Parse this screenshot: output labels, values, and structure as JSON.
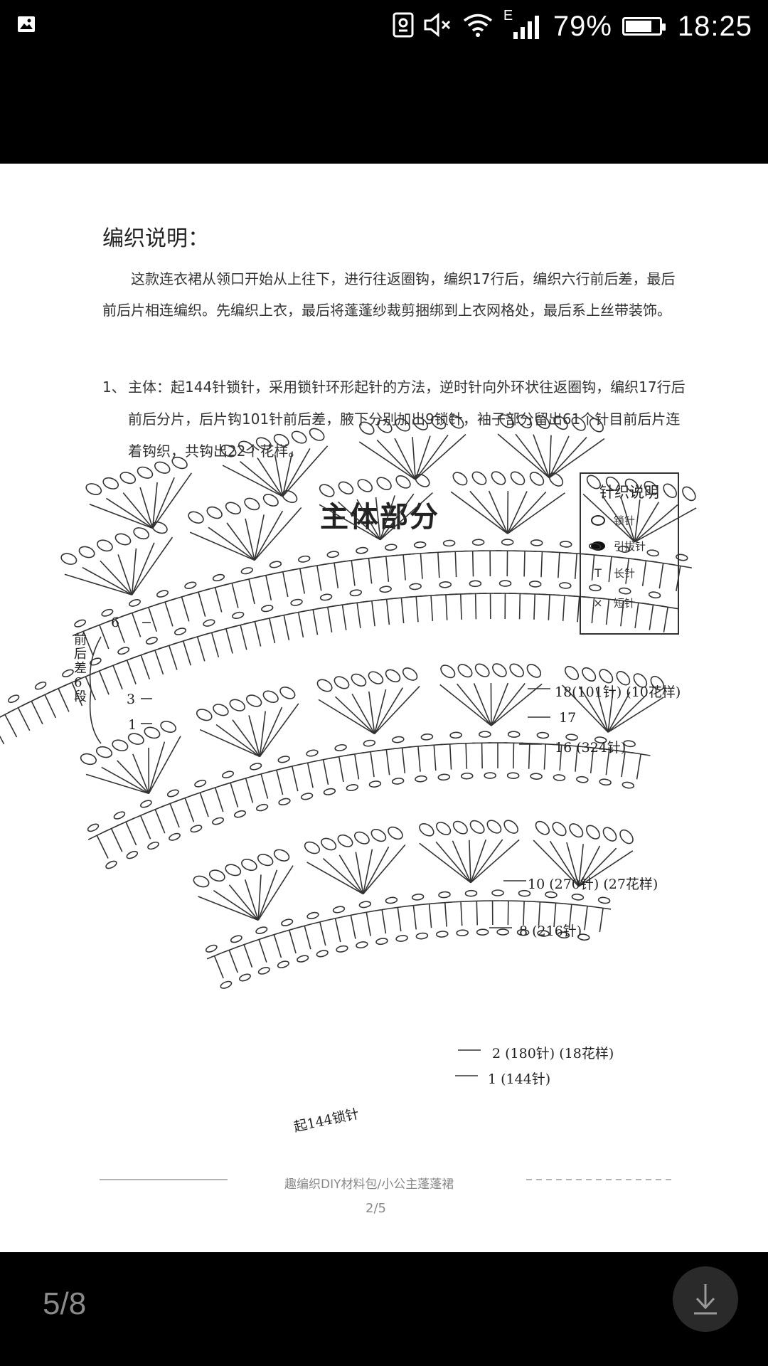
{
  "status": {
    "battery": "79%",
    "battery_level": 0.79,
    "time": "18:25",
    "network": "E"
  },
  "doc": {
    "title": "编织说明：",
    "paragraph": "这款连衣裙从领口开始从上往下，进行往返圈钩，编织17行后，编织六行前后差，最后前后片相连编织。先编织上衣，最后将蓬蓬纱裁剪捆绑到上衣网格处，最后系上丝带装饰。",
    "item_num": "1、",
    "item_text": "主体：起144针锁针，采用锁针环形起针的方法，逆时针向外环状往返圈钩，编织17行后前后分片，后片钩101针前后差，腋下分别加出9锁针，袖子部分留出61个针目前后片连着钩织，共钩出22个花样。"
  },
  "diagram": {
    "title": "主体部分",
    "legend_title": "针织说明",
    "legend": [
      {
        "symbol": "oval-open",
        "label": "锁针"
      },
      {
        "symbol": "oval-filled",
        "label": "引拔针"
      },
      {
        "symbol": "T",
        "label": "长针"
      },
      {
        "symbol": "×",
        "label": "短针"
      }
    ],
    "labels": {
      "row18": "18(101针) (10花样)",
      "row17": "17",
      "row16": "16 (324针)",
      "row10": "10 (270针) (27花样)",
      "row8": "8 (216针)",
      "row2": "2 (180针)  (18花样)",
      "row1": "1 (144针)",
      "start": "起144锁针",
      "side": "前后差6段",
      "side_6": "6",
      "side_3": "3",
      "side_1": "1"
    }
  },
  "footer": {
    "text": "趣编织DIY材料包/小公主蓬蓬裙",
    "page": "2/5"
  },
  "viewer": {
    "counter": "5/8"
  }
}
